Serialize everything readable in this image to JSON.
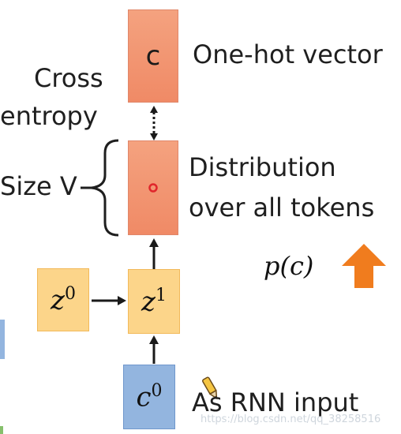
{
  "labels": {
    "cross": "Cross",
    "entropy": "entropy",
    "size_v": "Size V",
    "one_hot": "One-hot vector",
    "dist_line1": "Distribution",
    "dist_line2": "over all tokens",
    "p_c": "p(c)",
    "rnn_input": "As RNN input",
    "watermark": "https://blog.csdn.net/qq_38258516"
  },
  "boxes": {
    "target": "c",
    "z0_base": "z",
    "z0_sup": "0",
    "z1_base": "z",
    "z1_sup": "1",
    "c0_base": "c",
    "c0_sup": "0"
  },
  "colors": {
    "red_box": "#f08a66",
    "yellow_box": "#fcd58a",
    "blue_box": "#93b5df",
    "up_arrow": "#f07c1e",
    "dot": "#e0262b"
  }
}
